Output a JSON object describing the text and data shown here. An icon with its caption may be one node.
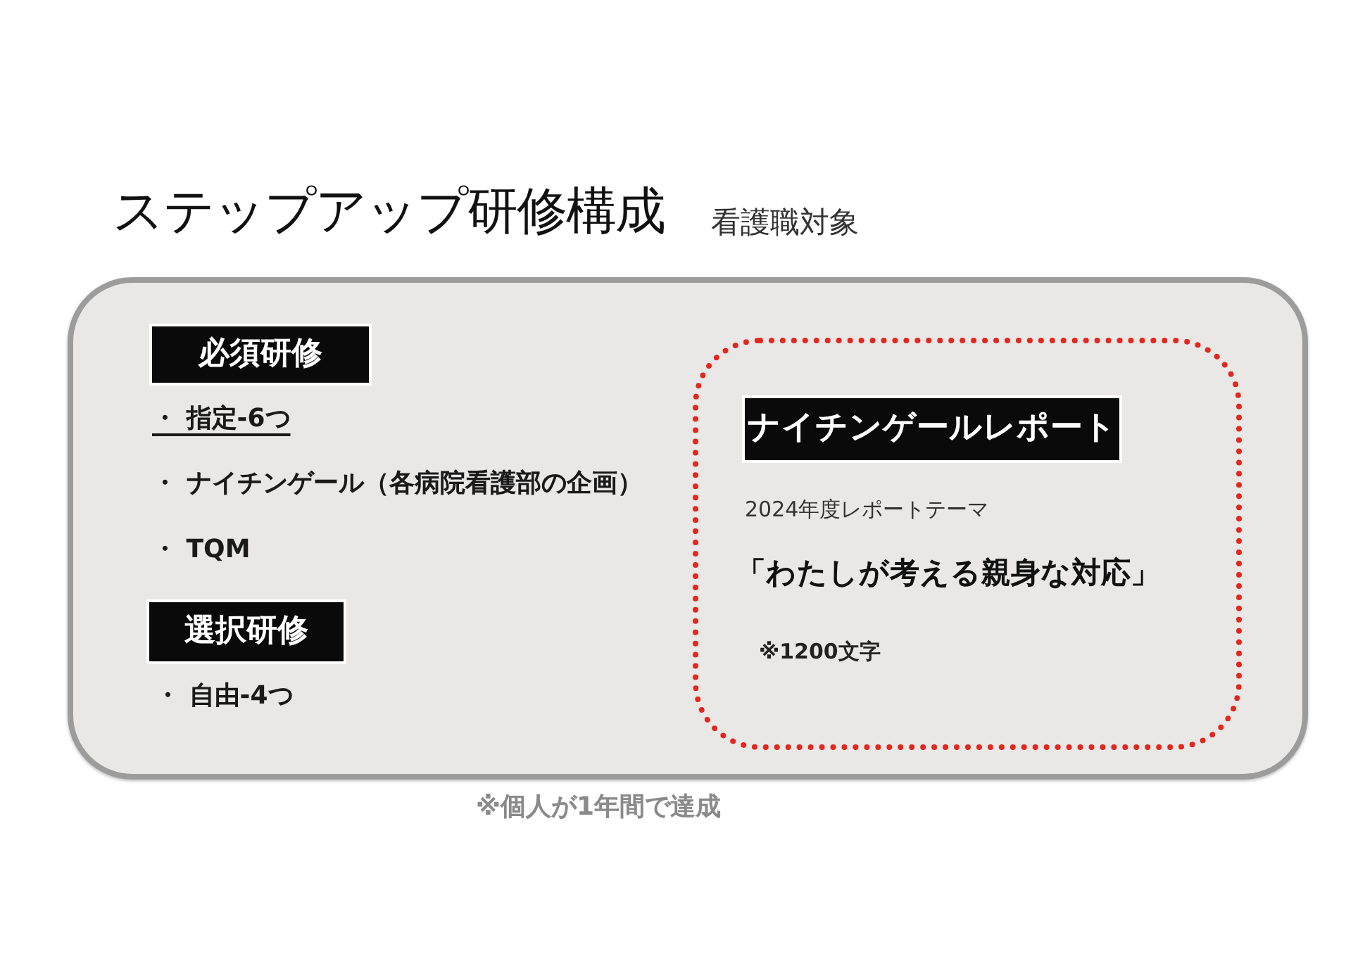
{
  "diagram": {
    "title": "ステップアップ研修構成",
    "nodes": [
      {
        "text": [],
        "shape": "box"
      },
      {
        "text": [
          "必須研修"
        ],
        "in": 0
      },
      {
        "text": [
          "選択研修"
        ],
        "in": 0
      },
      {
        "text": [
          "2024年度レポートテーマ",
          "「わたしが考える親身な対応」",
          "※1200文字"
        ],
        "in": 0
      },
      {
        "text": [
          "ナイチンゲールレポート"
        ],
        "in": 3
      }
    ],
    "labels": [
      "看護職対象",
      "・ 指定-6つ",
      "・ ナイチンゲール（各病院看護部の企画）",
      "・ TQM",
      "・ 自由-4つ",
      "※個人が1年間で達成"
    ]
  }
}
